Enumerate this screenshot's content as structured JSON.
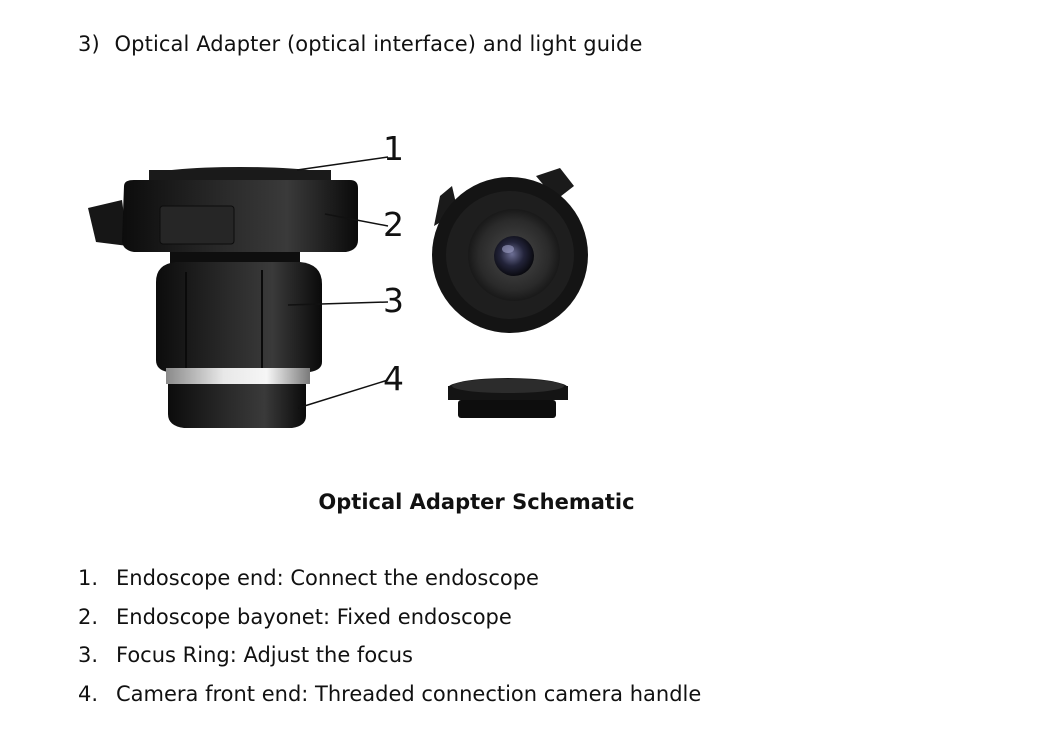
{
  "section": {
    "number": "3)",
    "title": "Optical Adapter (optical interface) and light guide"
  },
  "figure": {
    "callouts": [
      "1",
      "2",
      "3",
      "4"
    ],
    "caption": "Optical Adapter Schematic"
  },
  "list": [
    {
      "num": "1.",
      "text": "Endoscope end: Connect the endoscope"
    },
    {
      "num": "2.",
      "text": "Endoscope bayonet: Fixed endoscope"
    },
    {
      "num": "3.",
      "text": "Focus Ring: Adjust the focus"
    },
    {
      "num": "4.",
      "text": "Camera front end: Threaded connection camera handle"
    }
  ]
}
